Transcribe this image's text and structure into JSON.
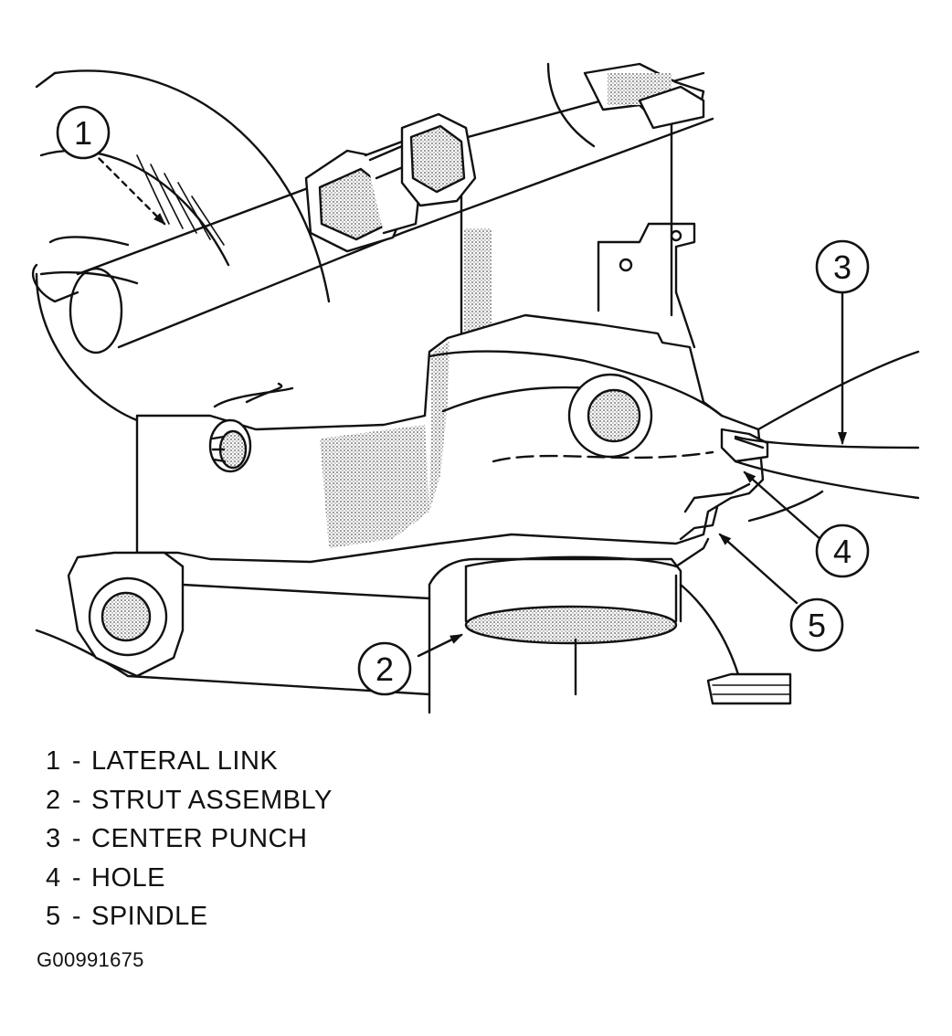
{
  "callouts": [
    {
      "number": "1",
      "label": "LATERAL LINK"
    },
    {
      "number": "2",
      "label": "STRUT ASSEMBLY"
    },
    {
      "number": "3",
      "label": "CENTER PUNCH"
    },
    {
      "number": "4",
      "label": "HOLE"
    },
    {
      "number": "5",
      "label": "SPINDLE"
    }
  ],
  "legend_separator": "-",
  "figure_id": "G00991675",
  "colors": {
    "line": "#111111",
    "background": "#ffffff",
    "shading": "#bdbdbd"
  }
}
